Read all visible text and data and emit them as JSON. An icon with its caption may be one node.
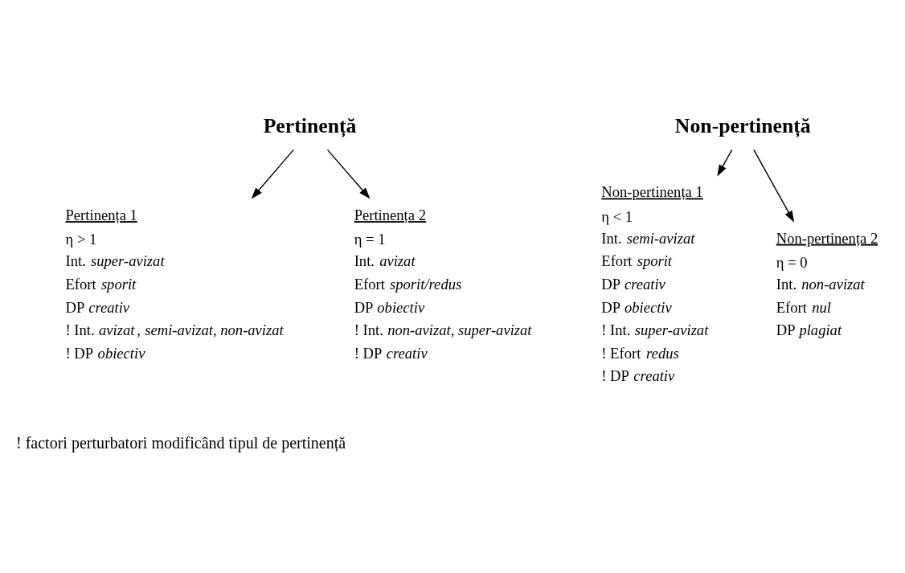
{
  "diagram": {
    "nodes": [
      {
        "text": [
          "Pertinență"
        ]
      },
      {
        "text": [
          "Non-pertinență"
        ]
      },
      {
        "text": [
          "Pertinența 1",
          "η > 1",
          "Int. *super-avizat*",
          "Efort *sporit*",
          "DP *creativ*",
          "! Int. *avizat*, *semi-avizat, non-avizat*",
          "! DP *obiectiv*"
        ]
      },
      {
        "text": [
          "Pertinența 2",
          "η = 1",
          "Int. *avizat*",
          "Efort *sporit/redus*",
          "DP *obiectiv*",
          "! Int. *non-avizat, super-avizat*",
          "! DP *creativ*"
        ]
      },
      {
        "text": [
          "Non-pertinența 1",
          "η < 1",
          "Int. *semi-avizat*",
          "Efort *sporit*",
          "DP *creativ*",
          "DP *obiectiv*",
          "! Int. *super-avizat*",
          "! Efort *redus*",
          "! DP *creativ*"
        ]
      },
      {
        "text": [
          "Non-pertinența 2",
          "η = 0",
          "Int. *non-avizat*",
          "Efort *nul*",
          "DP *plagiat*"
        ]
      }
    ],
    "edges": [
      {
        "from": 0,
        "to": 2,
        "arrow": "to"
      },
      {
        "from": 0,
        "to": 3,
        "arrow": "to"
      },
      {
        "from": 1,
        "to": 4,
        "arrow": "to"
      },
      {
        "from": 1,
        "to": 5,
        "arrow": "to"
      }
    ],
    "labels": [
      "! factori perturbatori modificând tipul de pertinență"
    ]
  }
}
